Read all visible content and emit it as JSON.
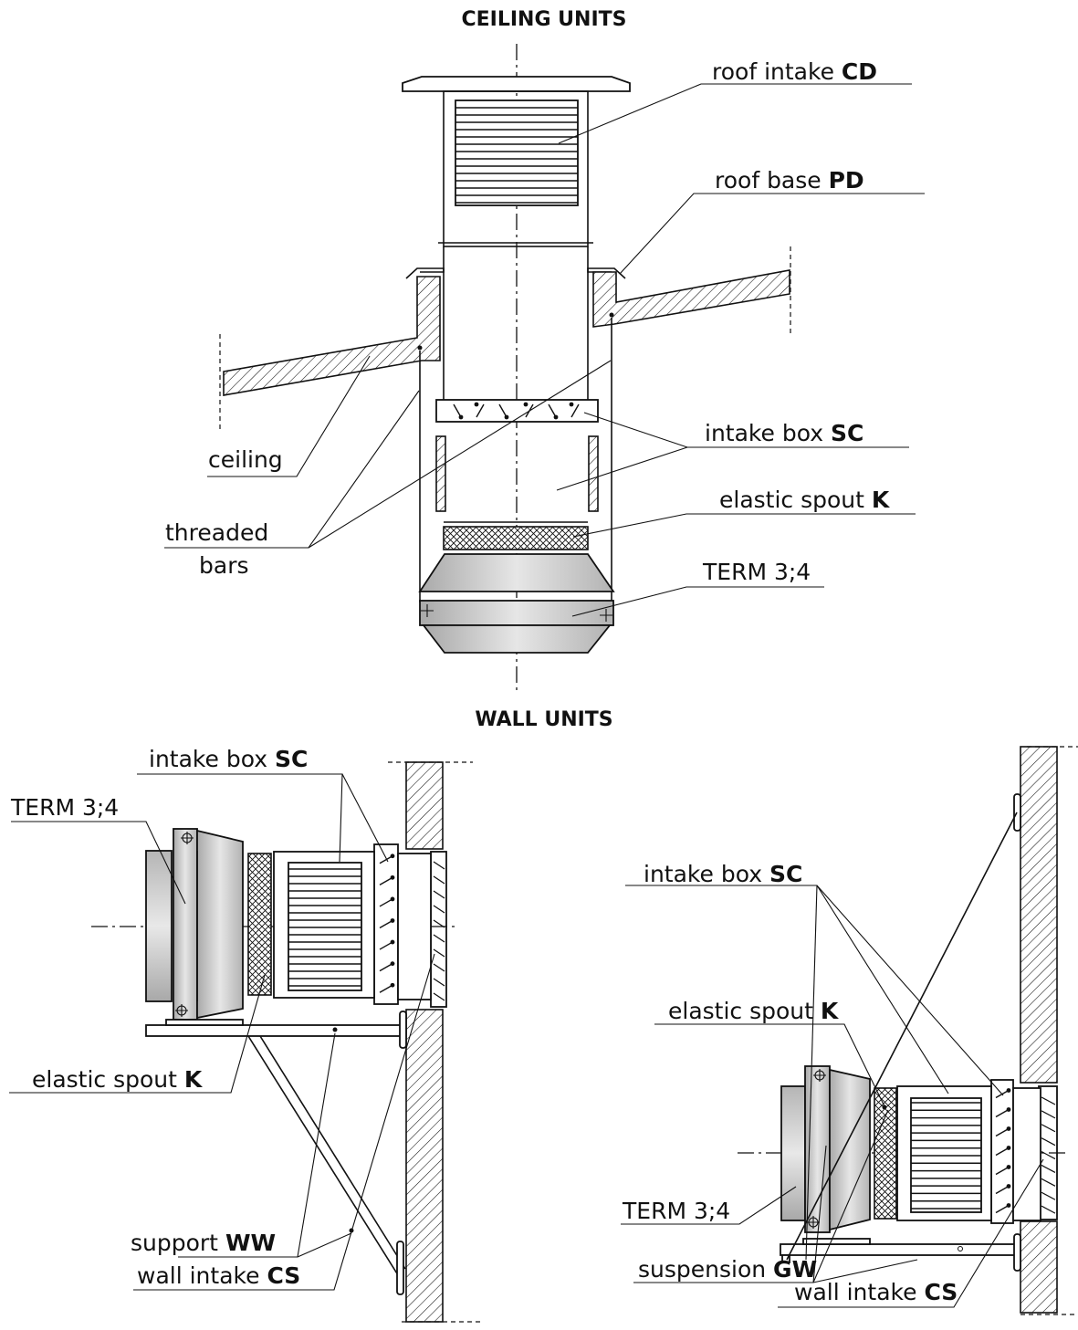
{
  "titles": {
    "ceiling": "CEILING UNITS",
    "wall": "WALL UNITS"
  },
  "ceiling_labels": {
    "roof_intake": {
      "text": "roof intake ",
      "code": "CD"
    },
    "roof_base": {
      "text": "roof base ",
      "code": "PD"
    },
    "intake_box": {
      "text": "intake box  ",
      "code": "SC"
    },
    "elastic_spout": {
      "text": "elastic spout ",
      "code": "K"
    },
    "term": {
      "text": "TERM 3;4"
    },
    "ceiling": {
      "text": "ceiling"
    },
    "threaded_bars_1": {
      "text": "threaded"
    },
    "threaded_bars_2": {
      "text": "bars"
    }
  },
  "wall_left_labels": {
    "intake_box": {
      "text": "intake box ",
      "code": "SC"
    },
    "term": {
      "text": "TERM 3;4"
    },
    "elastic_spout": {
      "text": "elastic spout ",
      "code": "K"
    },
    "support": {
      "text": "support ",
      "code": "WW"
    },
    "wall_intake": {
      "text": "wall intake ",
      "code": "CS"
    }
  },
  "wall_right_labels": {
    "intake_box": {
      "text": "intake box ",
      "code": "SC"
    },
    "elastic_spout": {
      "text": "elastic spout ",
      "code": "K"
    },
    "term": {
      "text": "TERM 3;4"
    },
    "suspension": {
      "text": "suspension ",
      "code": "GW"
    },
    "wall_intake": {
      "text": "wall intake ",
      "code": "CS"
    }
  }
}
